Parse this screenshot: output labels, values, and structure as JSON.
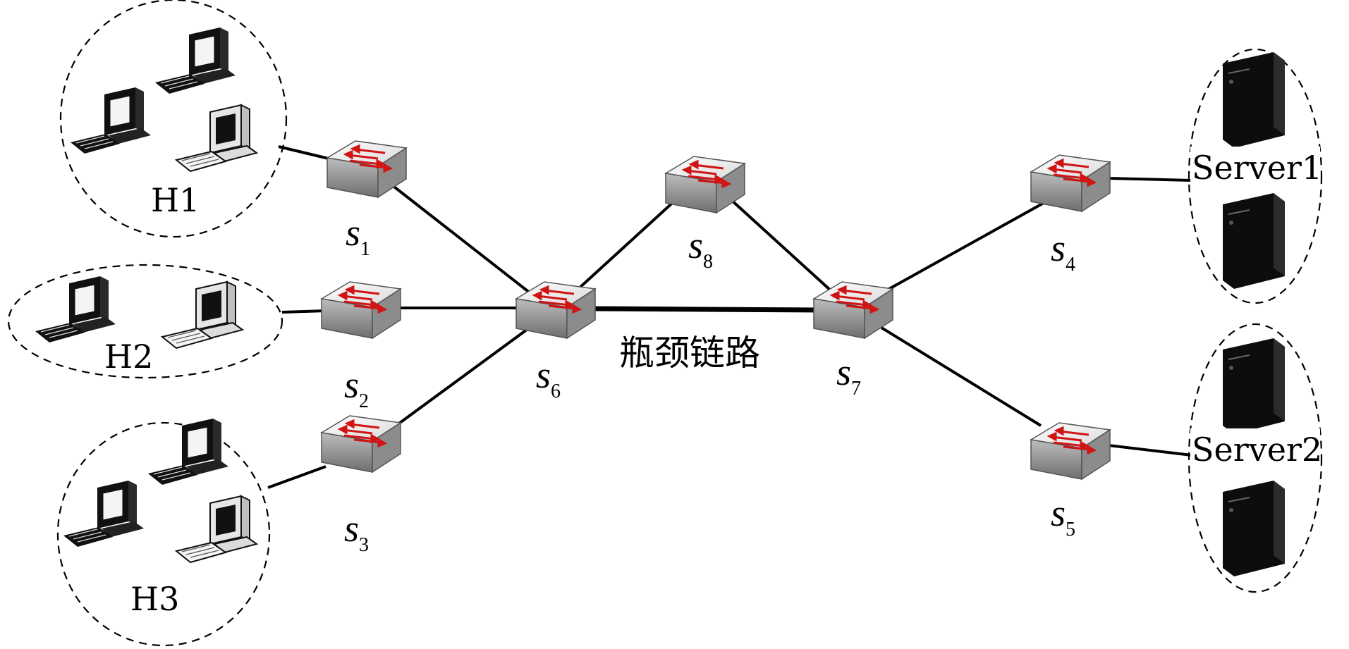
{
  "groups": {
    "h1": "H1",
    "h2": "H2",
    "h3": "H3",
    "server1": "Server1",
    "server2": "Server2"
  },
  "switches": {
    "s1": {
      "letter": "s",
      "sub": "1"
    },
    "s2": {
      "letter": "s",
      "sub": "2"
    },
    "s3": {
      "letter": "s",
      "sub": "3"
    },
    "s4": {
      "letter": "s",
      "sub": "4"
    },
    "s5": {
      "letter": "s",
      "sub": "5"
    },
    "s6": {
      "letter": "s",
      "sub": "6"
    },
    "s7": {
      "letter": "s",
      "sub": "7"
    },
    "s8": {
      "letter": "s",
      "sub": "8"
    }
  },
  "bottleneck_label": "瓶颈链路",
  "colors": {
    "line": "#000000",
    "switch_top": "#f2f2f2",
    "switch_side": "#9a9a9a",
    "arrow": "#d01414"
  }
}
